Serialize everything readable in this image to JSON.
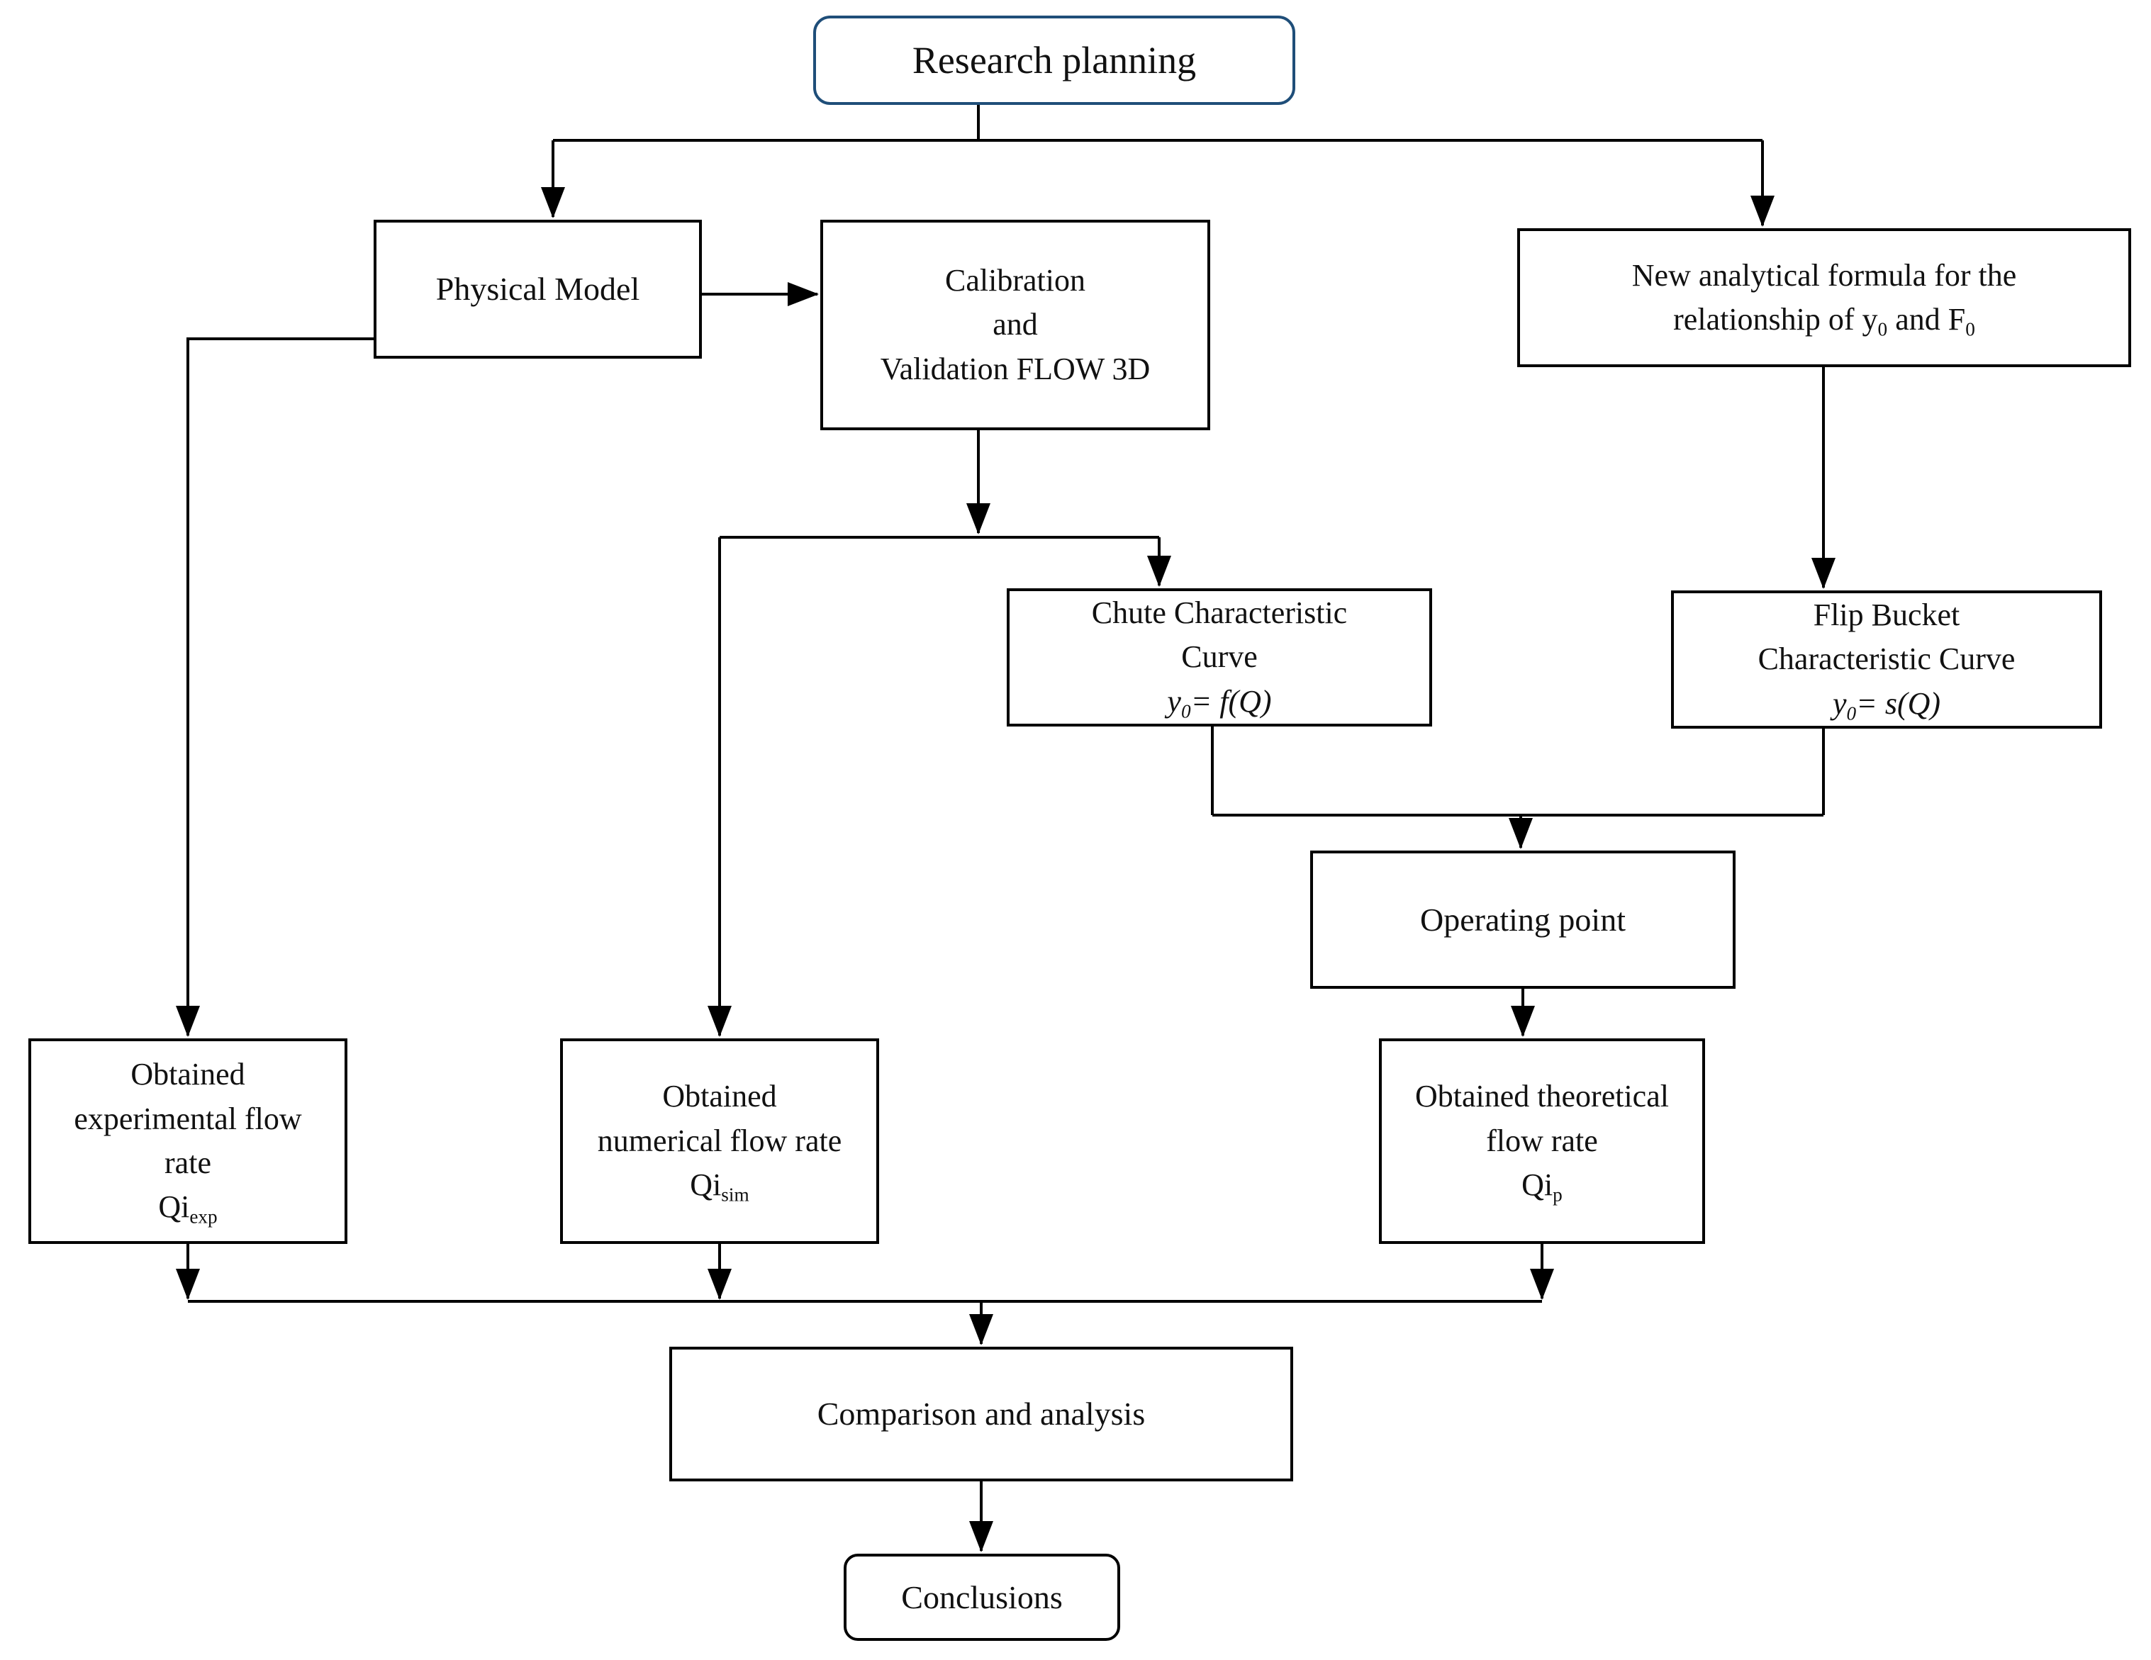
{
  "diagram": {
    "accent_color": "#1f4e79",
    "line_color": "#000000",
    "nodes": {
      "research_planning": {
        "label": "Research planning"
      },
      "physical_model": {
        "label": "Physical Model"
      },
      "calibration": {
        "lines": [
          "Calibration",
          "and",
          "Validation FLOW 3D"
        ]
      },
      "new_analytical": {
        "line1": "New analytical formula for the",
        "line2": {
          "pre": "relationship of y",
          "sub1": "0",
          "mid": " and F",
          "sub2": "0"
        }
      },
      "chute_curve": {
        "line1": "Chute Characteristic",
        "line2": "Curve",
        "formula": {
          "var": "y",
          "sub": "0",
          "rest": "= f(Q)"
        }
      },
      "flip_bucket_curve": {
        "line1": "Flip Bucket",
        "line2": "Characteristic Curve",
        "formula": {
          "var": "y",
          "sub": "0",
          "rest": "= s(Q)"
        }
      },
      "operating_point": {
        "label": "Operating point"
      },
      "obtained_experimental": {
        "line1": "Obtained",
        "line2": "experimental flow",
        "line3": "rate",
        "quantity": {
          "base": "Qi",
          "sub": "exp"
        }
      },
      "obtained_numerical": {
        "line1": "Obtained",
        "line2": "numerical  flow rate",
        "quantity": {
          "base": "Qi",
          "sub": "sim"
        }
      },
      "obtained_theoretical": {
        "line1": "Obtained theoretical",
        "line2": "flow rate",
        "quantity": {
          "base": "Qi",
          "sub": "p"
        }
      },
      "comparison": {
        "label": "Comparison and analysis"
      },
      "conclusions": {
        "label": "Conclusions"
      }
    }
  }
}
